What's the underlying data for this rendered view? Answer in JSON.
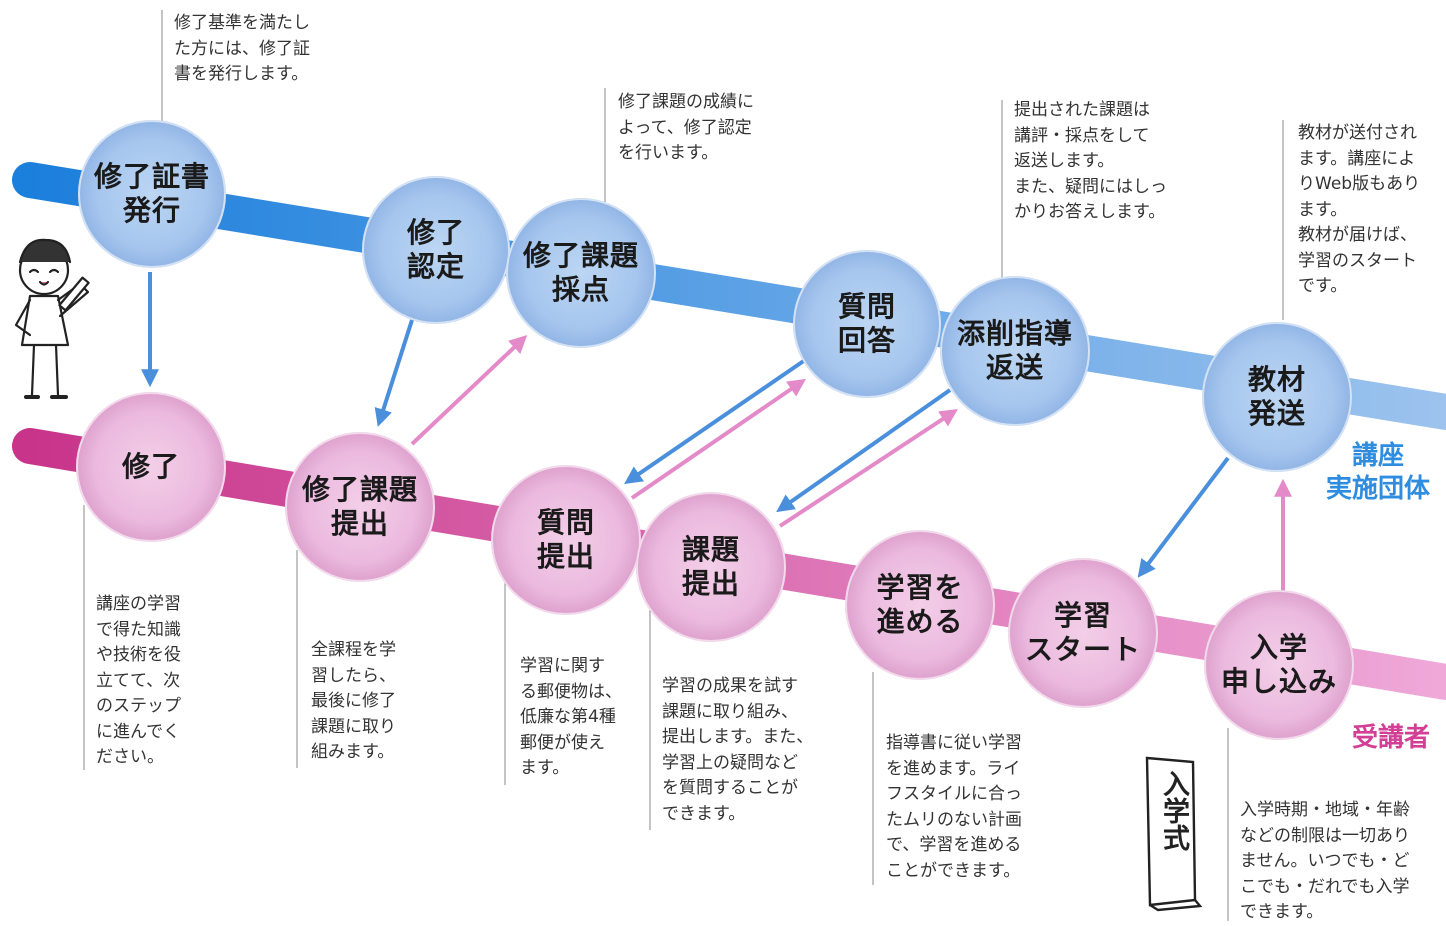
{
  "rails": {
    "provider_label": "講座\n実施団体",
    "provider_color": "#2f8de0",
    "learner_label": "受講者",
    "learner_color": "#d43f96"
  },
  "nodes": {
    "certificate": "修了証書\n発行",
    "completion_cert": "修了\n認定",
    "final_grading": "修了課題\n採点",
    "answer": "質問\n回答",
    "correction": "添削指導\n返送",
    "materials": "教材\n発送",
    "completion": "修了",
    "final_submit": "修了課題\n提出",
    "question": "質問\n提出",
    "assignment": "課題\n提出",
    "progress": "学習を\n進める",
    "start": "学習\nスタート",
    "apply": "入学\n申し込み"
  },
  "descriptions": {
    "certificate": "修了基準を満たし\nた方には、修了証\n書を発行します。",
    "completion_cert": "修了課題の成績に\nよって、修了認定\nを行います。",
    "correction": "提出された課題は\n講評・採点をして\n返送します。\nまた、疑問にはしっ\nかりお答えします。",
    "materials": "教材が送付され\nます。講座によ\nりWeb版もあり\nます。\n教材が届けば、\n学習のスタート\nです。",
    "completion": "講座の学習\nで得た知識\nや技術を役\n立てて、次\nのステップ\nに進んでく\nださい。",
    "final_submit": "全課程を学\n習したら、\n最後に修了\n課題に取り\n組みます。",
    "question": "学習に関す\nる郵便物は、\n低廉な第4種\n郵便が使え\nます。",
    "assignment": "学習の成果を試す\n課題に取り組み、\n提出します。また、\n学習上の疑問など\nを質問することが\nできます。",
    "progress": "指導書に従い学習\nを進めます。ライ\nフスタイルに合っ\nたムリのない計画\nで、学習を進める\nことができます。",
    "apply": "入学時期・地域・年齢\nなどの制限は一切あり\nません。いつでも・ど\nこでも・だれでも入学\nできます。"
  },
  "sign_text": "入学式",
  "colors": {
    "blue_node": "#a6c6ee",
    "pink_node": "#ebb9de",
    "arrow_blue": "#4a8fdc",
    "arrow_pink": "#e48ac8"
  }
}
